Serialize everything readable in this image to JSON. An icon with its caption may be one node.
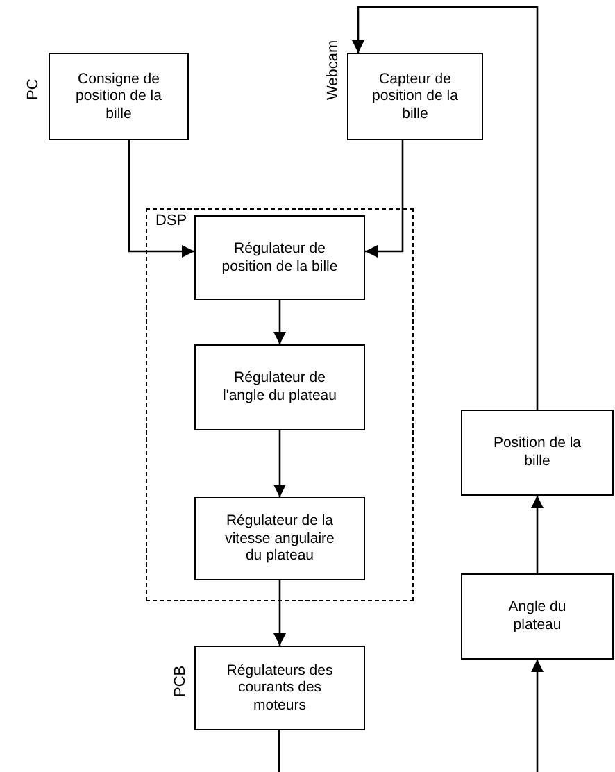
{
  "diagram": {
    "nodes": [
      {
        "text": [
          "Consigne de position de la bille"
        ],
        "beside": [
          "PC"
        ]
      },
      {
        "text": [
          "Capteur de position de la bille"
        ],
        "beside": [
          "Webcam"
        ]
      },
      {
        "text": [
          "DSP"
        ]
      },
      {
        "text": [
          "Régulateur de position de la bille"
        ],
        "in": 2
      },
      {
        "text": [
          "Régulateur de l'angle du plateau"
        ],
        "in": 2
      },
      {
        "text": [
          "Régulateur de la vitesse angulaire du plateau"
        ],
        "in": 2
      },
      {
        "text": [
          "Régulateurs des courants des moteurs"
        ],
        "beside": [
          "PCB"
        ]
      },
      {
        "text": [
          "Angle du plateau"
        ]
      },
      {
        "text": [
          "Position de la bille"
        ]
      }
    ],
    "edges": [
      {
        "from": 0,
        "to": 3,
        "arrow": "to"
      },
      {
        "from": 1,
        "to": 3,
        "arrow": "to"
      },
      {
        "from": 3,
        "to": 4,
        "arrow": "to"
      },
      {
        "from": 4,
        "to": 5,
        "arrow": "to"
      },
      {
        "from": 5,
        "to": 6,
        "arrow": "to"
      },
      {
        "from": 6,
        "to": null,
        "arrow": "none"
      },
      {
        "from": null,
        "to": 7,
        "arrow": "to"
      },
      {
        "from": 7,
        "to": 8,
        "arrow": "to"
      },
      {
        "from": 8,
        "to": 1,
        "arrow": "to"
      }
    ]
  }
}
